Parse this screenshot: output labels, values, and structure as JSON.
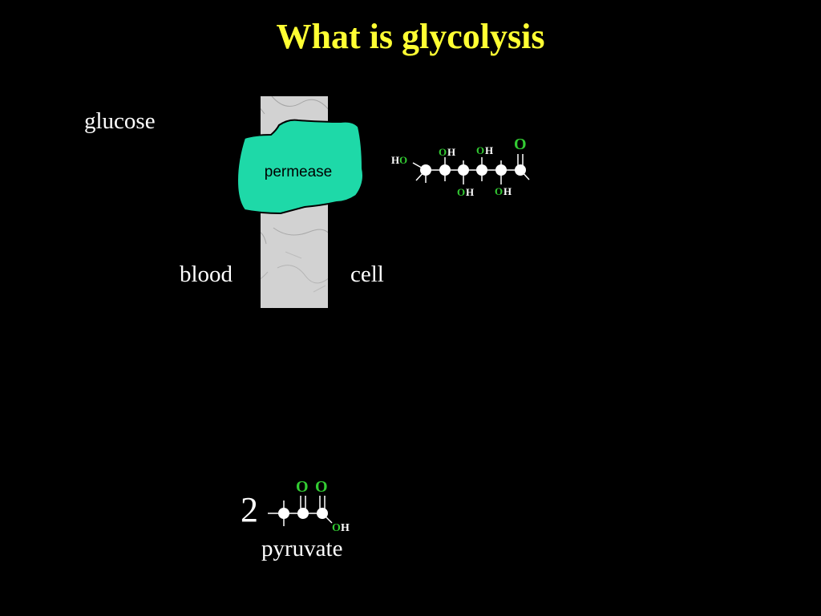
{
  "title": "What is glycolysis",
  "labels": {
    "glucose": "glucose",
    "blood": "blood",
    "cell": "cell",
    "permease": "permease",
    "pyruvate": "pyruvate",
    "pyruvate_count": "2"
  },
  "atoms": {
    "oxygen": "O",
    "hydrogen": "H"
  },
  "colors": {
    "title": "#ffff33",
    "oxygen": "#33cc33",
    "permease": "#1ed9a8",
    "membrane": "#d4d4d4",
    "text": "#ffffff",
    "background": "#000000"
  }
}
